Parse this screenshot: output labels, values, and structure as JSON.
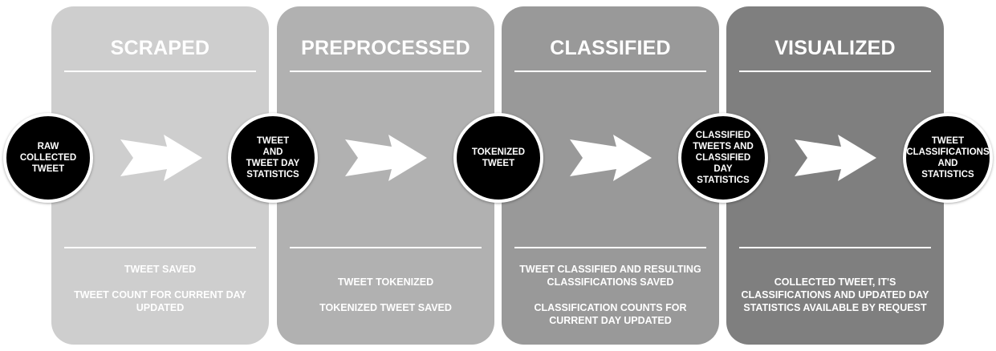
{
  "colors": {
    "stage_scraped": "#cecece",
    "stage_preprocessed": "#b1b1b1",
    "stage_classified": "#999999",
    "stage_visualized": "#7f7f7f",
    "node_fill": "#000000",
    "text": "#ffffff"
  },
  "stages": [
    {
      "title": "SCRAPED",
      "desc": [
        "TWEET SAVED",
        "TWEET COUNT FOR CURRENT DAY\nUPDATED"
      ]
    },
    {
      "title": "PREPROCESSED",
      "desc": [
        "TWEET TOKENIZED",
        "TOKENIZED TWEET SAVED"
      ]
    },
    {
      "title": "CLASSIFIED",
      "desc": [
        "TWEET CLASSIFIED AND RESULTING\nCLASSIFICATIONS SAVED",
        "CLASSIFICATION COUNTS FOR\nCURRENT DAY UPDATED"
      ]
    },
    {
      "title": "VISUALIZED",
      "desc": [
        "COLLECTED TWEET, IT'S\nCLASSIFICATIONS AND UPDATED DAY\nSTATISTICS AVAILABLE BY REQUEST"
      ]
    }
  ],
  "nodes": [
    {
      "label": "RAW\nCOLLECTED\nTWEET"
    },
    {
      "label": "TWEET\nAND\nTWEET DAY\nSTATISTICS"
    },
    {
      "label": "TOKENIZED\nTWEET"
    },
    {
      "label": "CLASSIFIED\nTWEETS AND\nCLASSIFIED\nDAY\nSTATISTICS"
    },
    {
      "label": "TWEET\nCLASSIFICATIONS\nAND\nSTATISTICS"
    }
  ]
}
